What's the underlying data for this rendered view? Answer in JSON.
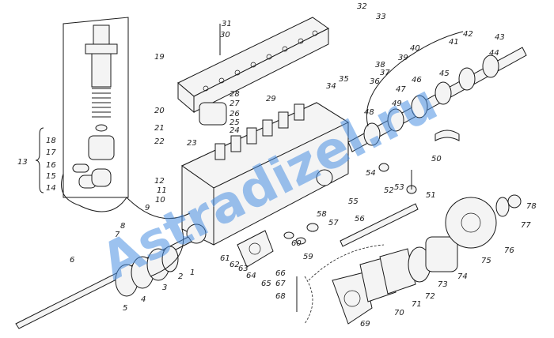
{
  "figure": {
    "watermark": "Astradizel.ru",
    "labels": [
      "1",
      "2",
      "3",
      "4",
      "5",
      "6",
      "7",
      "8",
      "9",
      "10",
      "11",
      "12",
      "13",
      "14",
      "15",
      "16",
      "17",
      "18",
      "19",
      "20",
      "21",
      "22",
      "23",
      "24",
      "25",
      "26",
      "27",
      "28",
      "29",
      "30",
      "31",
      "32",
      "33",
      "34",
      "35",
      "36",
      "37",
      "38",
      "39",
      "40",
      "41",
      "42",
      "43",
      "44",
      "45",
      "46",
      "47",
      "48",
      "49",
      "50",
      "51",
      "52",
      "53",
      "54",
      "55",
      "56",
      "57",
      "58",
      "59",
      "60",
      "61",
      "62",
      "63",
      "64",
      "65",
      "66",
      "67",
      "68",
      "69",
      "70",
      "71",
      "72",
      "73",
      "74",
      "75",
      "76",
      "77",
      "78"
    ]
  }
}
